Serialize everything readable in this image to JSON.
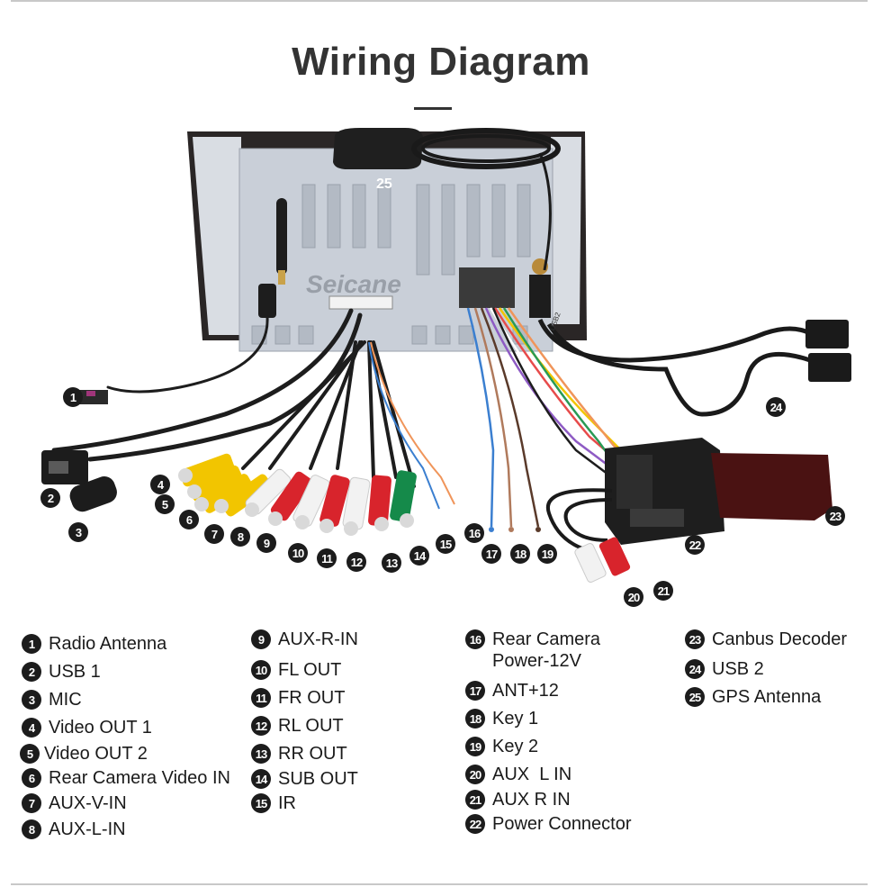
{
  "title": "Wiring Diagram",
  "brand_watermark": "Seicane",
  "diagram": {
    "gps_marker_label": "25",
    "usb2_tag_text": "USB2"
  },
  "colors": {
    "badge": "#1c1c1c",
    "title": "#333333",
    "rca_yellow": "#f2c500",
    "rca_red": "#d8242c",
    "rca_white": "#f2f2f2",
    "rca_green": "#158a4a",
    "canbus_box": "#4a1212",
    "unit_panel": "#c9cfd8"
  },
  "markers": [
    {
      "num": "1"
    },
    {
      "num": "2"
    },
    {
      "num": "3"
    },
    {
      "num": "4"
    },
    {
      "num": "5"
    },
    {
      "num": "6"
    },
    {
      "num": "7"
    },
    {
      "num": "8"
    },
    {
      "num": "9"
    },
    {
      "num": "10"
    },
    {
      "num": "11"
    },
    {
      "num": "12"
    },
    {
      "num": "13"
    },
    {
      "num": "14"
    },
    {
      "num": "15"
    },
    {
      "num": "16"
    },
    {
      "num": "17"
    },
    {
      "num": "18"
    },
    {
      "num": "19"
    },
    {
      "num": "20"
    },
    {
      "num": "21"
    },
    {
      "num": "22"
    },
    {
      "num": "23"
    },
    {
      "num": "24"
    }
  ],
  "legend": [
    {
      "num": "1",
      "label": "Radio Antenna"
    },
    {
      "num": "2",
      "label": "USB 1"
    },
    {
      "num": "3",
      "label": "MIC"
    },
    {
      "num": "4",
      "label": "Video OUT 1"
    },
    {
      "num": "5",
      "label": "Video OUT 2"
    },
    {
      "num": "6",
      "label": "Rear Camera Video IN"
    },
    {
      "num": "7",
      "label": "AUX-V-IN"
    },
    {
      "num": "8",
      "label": "AUX-L-IN"
    },
    {
      "num": "9",
      "label": "AUX-R-IN"
    },
    {
      "num": "10",
      "label": "FL OUT"
    },
    {
      "num": "11",
      "label": "FR OUT"
    },
    {
      "num": "12",
      "label": "RL OUT"
    },
    {
      "num": "13",
      "label": "RR OUT"
    },
    {
      "num": "14",
      "label": "SUB OUT"
    },
    {
      "num": "15",
      "label": "IR"
    },
    {
      "num": "16",
      "label": "Rear Camera\nPower-12V"
    },
    {
      "num": "17",
      "label": "ANT+12"
    },
    {
      "num": "18",
      "label": "Key 1"
    },
    {
      "num": "19",
      "label": "Key 2"
    },
    {
      "num": "20",
      "label": "AUX  L IN"
    },
    {
      "num": "21",
      "label": "AUX R IN"
    },
    {
      "num": "22",
      "label": "Power Connector"
    },
    {
      "num": "23",
      "label": "Canbus Decoder"
    },
    {
      "num": "24",
      "label": "USB 2"
    },
    {
      "num": "25",
      "label": "GPS Antenna"
    }
  ]
}
